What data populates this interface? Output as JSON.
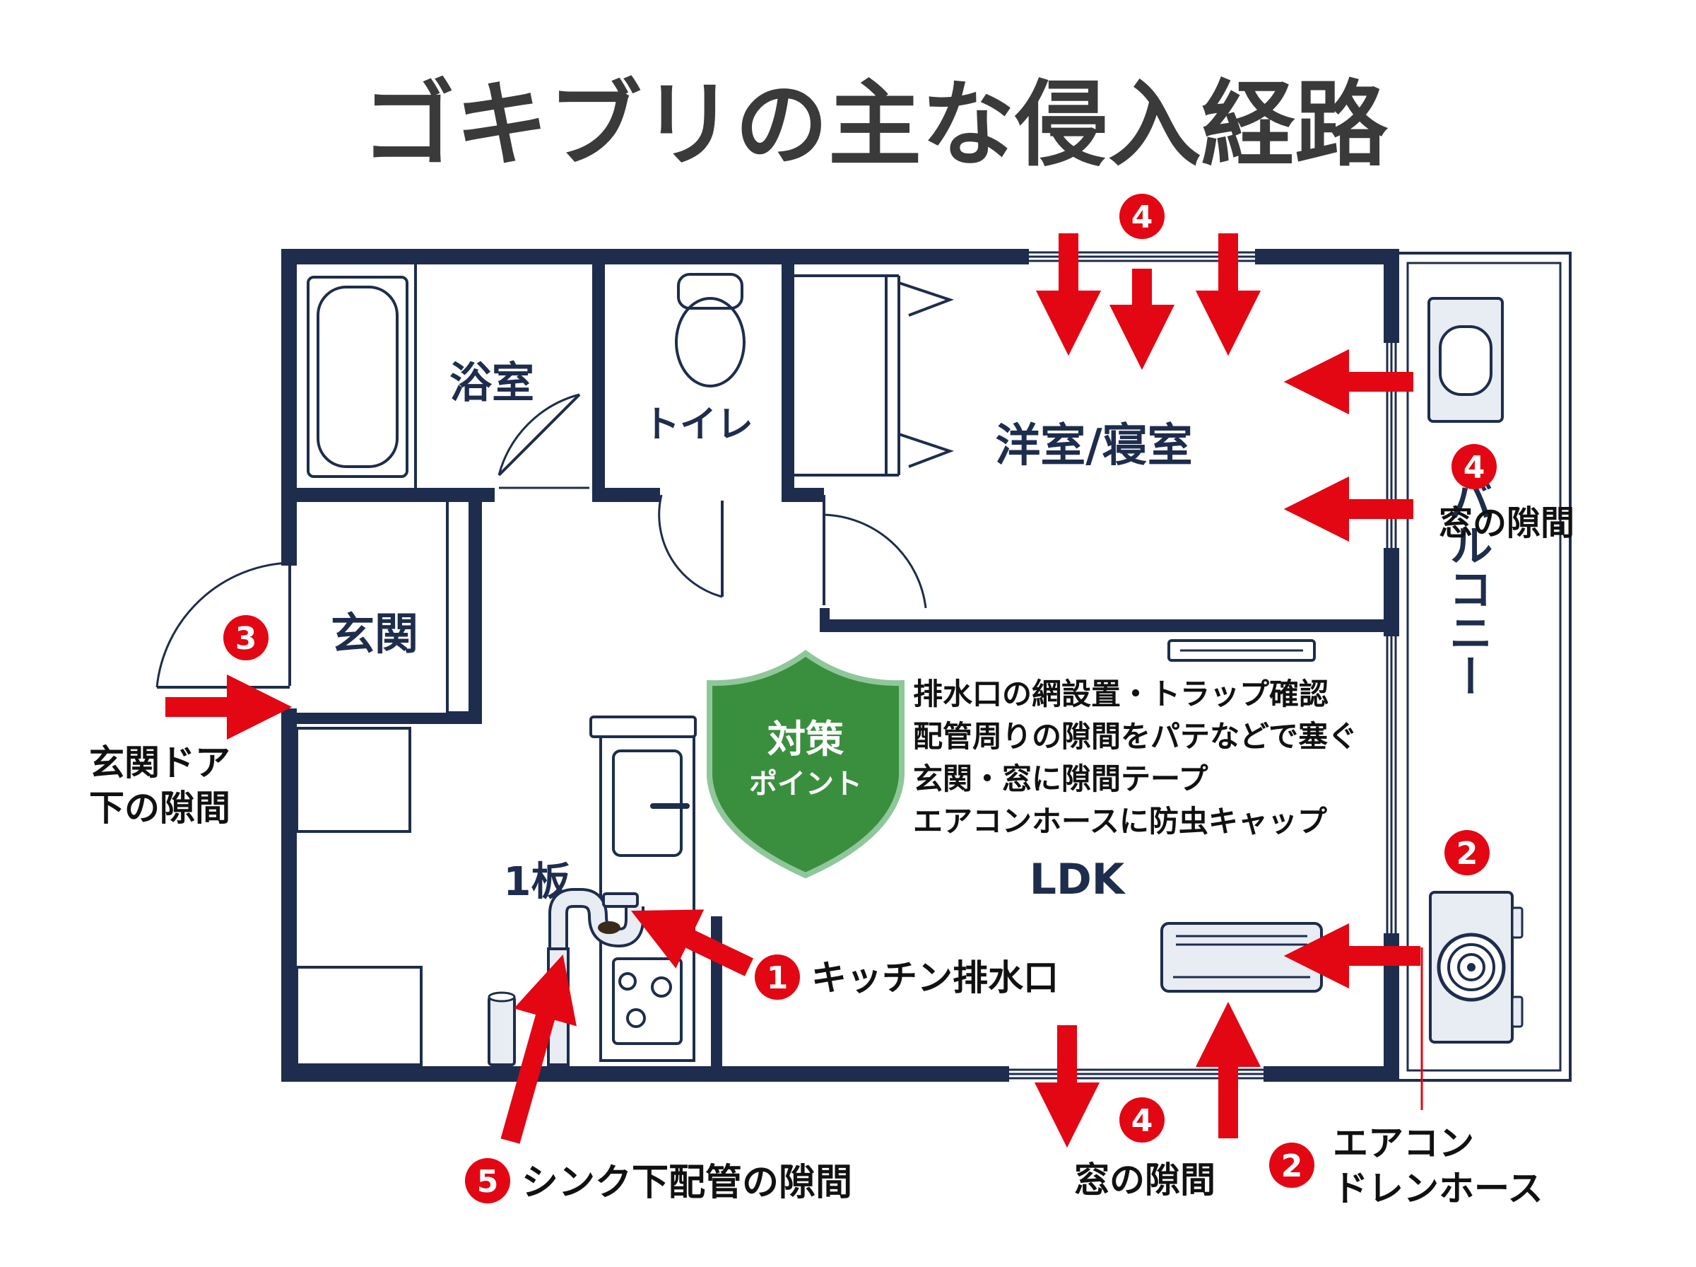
{
  "title": "ゴキブリの主な侵入経路",
  "rooms": {
    "bath": "浴室",
    "toilet": "トイレ",
    "bedroom": "洋室/寝室",
    "entrance": "玄関",
    "ldk": "LDK",
    "balcony": "バルコニー",
    "kitchen_mark": "1板"
  },
  "entry_points": {
    "p1": {
      "number": "1",
      "label": "キッチン排水口"
    },
    "p2": {
      "number": "2",
      "label_line1": "エアコン",
      "label_line2": "ドレンホース"
    },
    "p3": {
      "number": "3",
      "label_line1": "玄関ドア",
      "label_line2": "下の隙間"
    },
    "p4_side": {
      "number": "4",
      "label": "窓の隙間"
    },
    "p4_bottom": {
      "number": "4",
      "label": "窓の隙間"
    },
    "p4_top": {
      "number": "4"
    },
    "p5": {
      "number": "5",
      "label": "シンク下配管の隙間"
    }
  },
  "countermeasure": {
    "badge_line1": "対策",
    "badge_line2": "ポイント",
    "tips": [
      "排水口の網設置・トラップ確認",
      "配管周りの隙間をパテなどで塞ぐ",
      "玄関・窓に隙間テープ",
      "エアコンホースに防虫キャップ"
    ]
  },
  "colors": {
    "wall": "#1e2d4d",
    "arrow": "#e30613",
    "shield": "#3a8f3e",
    "title": "#3a3a3a"
  },
  "icons": {
    "arrow": "red-arrow-icon",
    "shield": "shield-icon",
    "toilet": "toilet-icon",
    "bathtub": "bathtub-icon",
    "aircon": "air-conditioner-icon",
    "outdoor_unit": "outdoor-unit-icon"
  }
}
